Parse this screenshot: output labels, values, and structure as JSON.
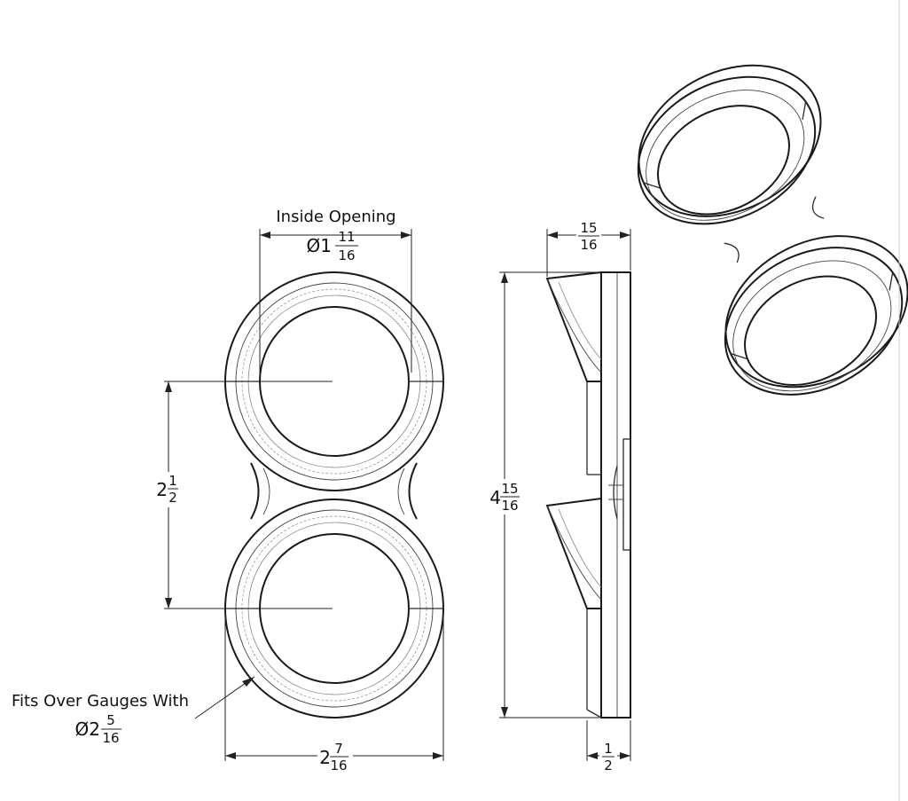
{
  "dimensions": {
    "inside_opening": {
      "label": "Inside Opening",
      "prefix": "Ø1",
      "numerator": "11",
      "denominator": "16"
    },
    "fits_over": {
      "label": "Fits Over Gauges With",
      "prefix": "Ø2",
      "numerator": "5",
      "denominator": "16"
    },
    "center_spacing": {
      "whole": "2",
      "numerator": "1",
      "denominator": "2"
    },
    "overall_width": {
      "whole": "2",
      "numerator": "7",
      "denominator": "16"
    },
    "overall_height": {
      "whole": "4",
      "numerator": "15",
      "denominator": "16"
    },
    "side_depth": {
      "whole": "",
      "numerator": "15",
      "denominator": "16"
    },
    "plate_thickness": {
      "whole": "",
      "numerator": "1",
      "denominator": "2"
    }
  }
}
